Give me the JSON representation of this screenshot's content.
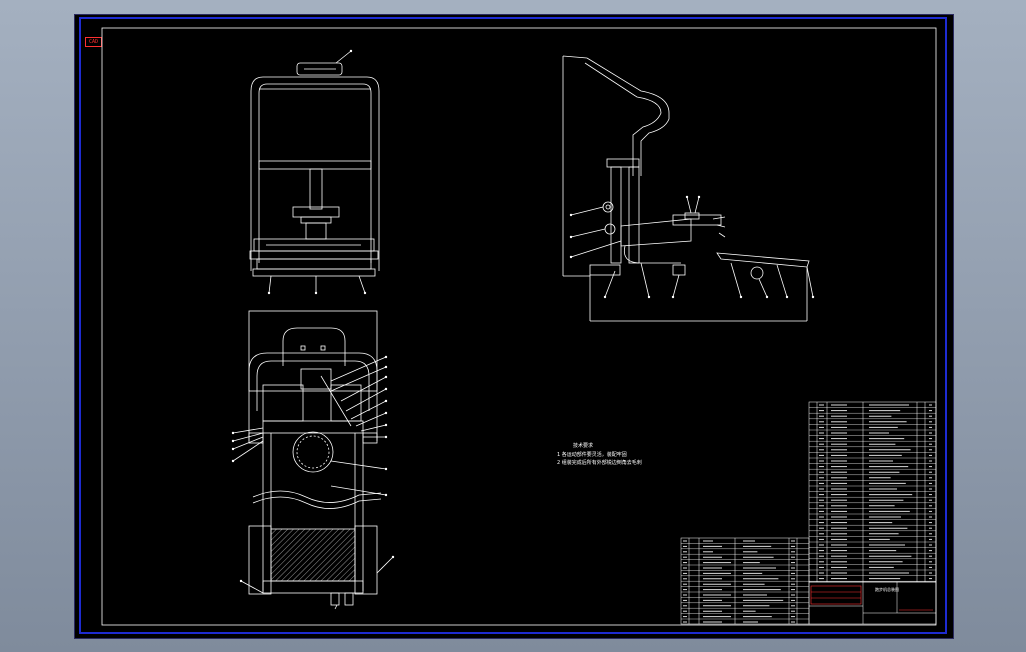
{
  "drawing": {
    "tag": "CAD",
    "tech_requirements": {
      "title": "技术要求",
      "lines": [
        "1 各运动部件要灵活，装配牢固",
        "2 组装完成后所有外部锐边倒角去毛刺"
      ]
    },
    "title_block": {
      "name": "跑步机总装图"
    }
  },
  "colors": {
    "background": "#000000",
    "lines": "#ffffff",
    "sheet_border": "#1e2bd1",
    "accent_red": "#ff3030",
    "window_bg": "#8e9aab"
  }
}
